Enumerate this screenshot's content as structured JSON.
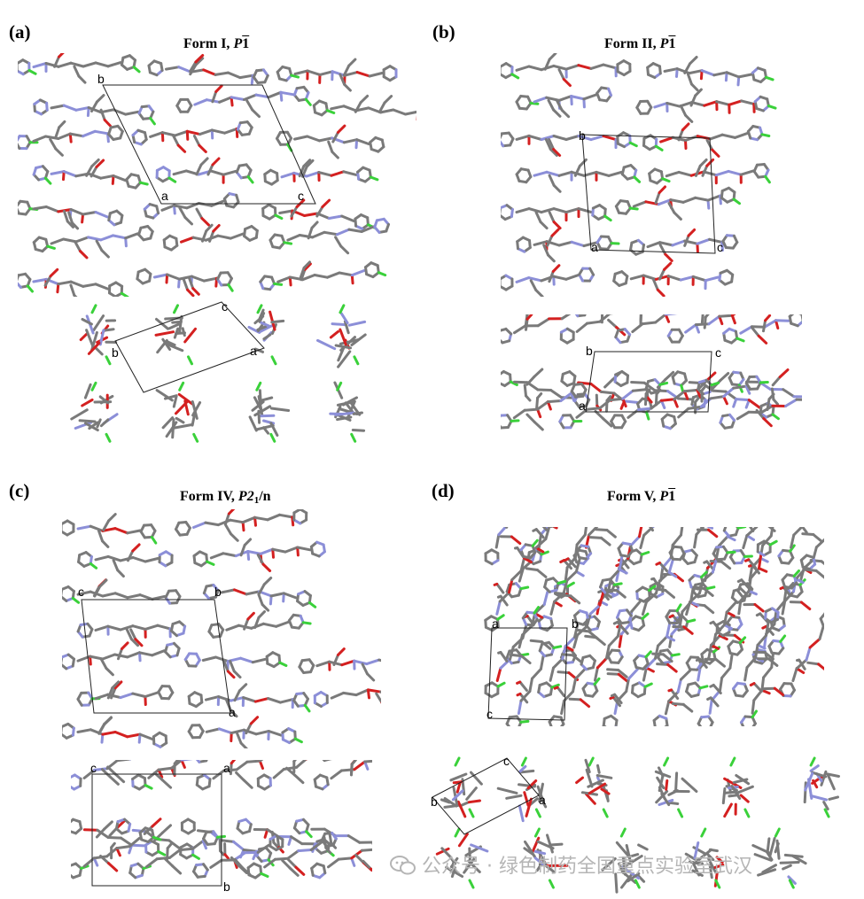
{
  "panels": [
    {
      "label": "(a)",
      "title_text": "Form I, ",
      "sg_italic": "P",
      "sg_over": "1",
      "sg_rest": "",
      "top_axes": [
        "b",
        "a",
        "c"
      ],
      "bottom_axes": [
        "c",
        "b",
        "a"
      ]
    },
    {
      "label": "(b)",
      "title_text": "Form II, ",
      "sg_italic": "P",
      "sg_over": "1",
      "sg_rest": "",
      "top_axes": [
        "b",
        "a",
        "c"
      ],
      "bottom_axes": [
        "b",
        "c",
        "a"
      ]
    },
    {
      "label": "(c)",
      "title_text": "Form IV, ",
      "sg_italic": "P",
      "sg_num": "2",
      "sg_sub": "1",
      "sg_rest": "/n",
      "top_axes": [
        "c",
        "b",
        "a"
      ],
      "bottom_axes": [
        "c",
        "a",
        "b"
      ]
    },
    {
      "label": "(d)",
      "title_text": "Form V, ",
      "sg_italic": "P",
      "sg_over": "1",
      "sg_rest": "",
      "top_axes": [
        "a",
        "b",
        "c"
      ],
      "bottom_axes": [
        "c",
        "a",
        "b"
      ]
    }
  ],
  "watermark": "公众号 · 绿色制药全国重点实验室武汉",
  "colors": {
    "carbon": "#7a7a7a",
    "nitrogen": "#8c8fd8",
    "oxygen": "#d42020",
    "chlorine": "#3ad13a",
    "cell": "#222222"
  }
}
